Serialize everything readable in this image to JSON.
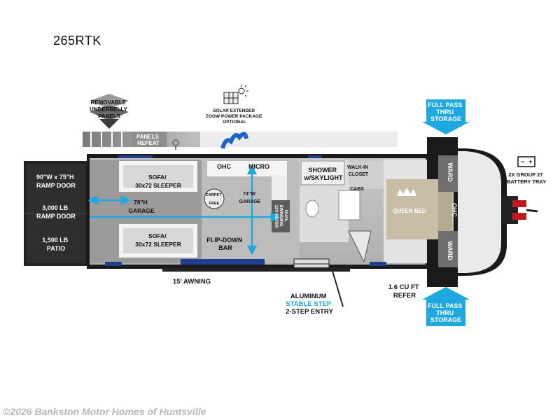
{
  "model": "265RTK",
  "copyright": "©2026 Bankston Motor Homes of Huntsville",
  "colors": {
    "accent_blue": "#1ea8e0",
    "floor_gray": "#b9b9b9",
    "wall_dark": "#1a1a1a",
    "bed_tan": "#c9bda6"
  },
  "callouts": {
    "underbelly": [
      "REMOVABLE",
      "UNDERBELLY",
      "PANELS"
    ],
    "panels_repeat": [
      "PANELS",
      "REPEAT"
    ],
    "solar": [
      "SOLAR EXTENDED",
      "ZOOW POWER PACKAGE",
      "OPTIONAL"
    ],
    "pass_thru_top": [
      "FULL PASS",
      "THRU",
      "STORAGE"
    ],
    "pass_thru_bottom": [
      "FULL PASS",
      "THRU",
      "STORAGE"
    ],
    "battery": [
      "2X GROUP 27",
      "BATTERY TRAY"
    ],
    "awning": "15' AWNING",
    "step": [
      "ALUMINUM",
      "STABLE STEP",
      "2-STEP ENTRY"
    ],
    "refer_bottom": [
      "1.6 CU FT",
      "REFER"
    ]
  },
  "rooms": {
    "ramp_door_size": [
      "90\"W x 75\"H",
      "RAMP DOOR"
    ],
    "ramp_door_weight": [
      "3,000 LB",
      "RAMP DOOR"
    ],
    "patio": [
      "1,500 LB",
      "PATIO"
    ],
    "sofa_top": [
      "SOFA/",
      "30x72 SLEEPER"
    ],
    "sofa_bottom": [
      "SOFA/",
      "30x72 SLEEPER"
    ],
    "garage_height": [
      "78\"H",
      "GARAGE"
    ],
    "garage_width": [
      "74\"W",
      "GARAGE"
    ],
    "ohc_kitchen": "OHC",
    "micro": "MICRO",
    "flip_down_bar": [
      "FLIP-DOWN",
      "BAR"
    ],
    "refer_side": [
      "DUAL",
      "SWINGING",
      "12V REFER"
    ],
    "shower": [
      "SHOWER",
      "w/SKYLIGHT"
    ],
    "walkin_closet": [
      "WALK-IN",
      "CLOSET"
    ],
    "cabs": "CABS",
    "queen_bed": "QUEEN BED",
    "ohc_bed": "OHC",
    "ward_top": "WARD",
    "ward_bottom": "WARD",
    "carpet_free": [
      "CARPET",
      "FREE"
    ]
  }
}
